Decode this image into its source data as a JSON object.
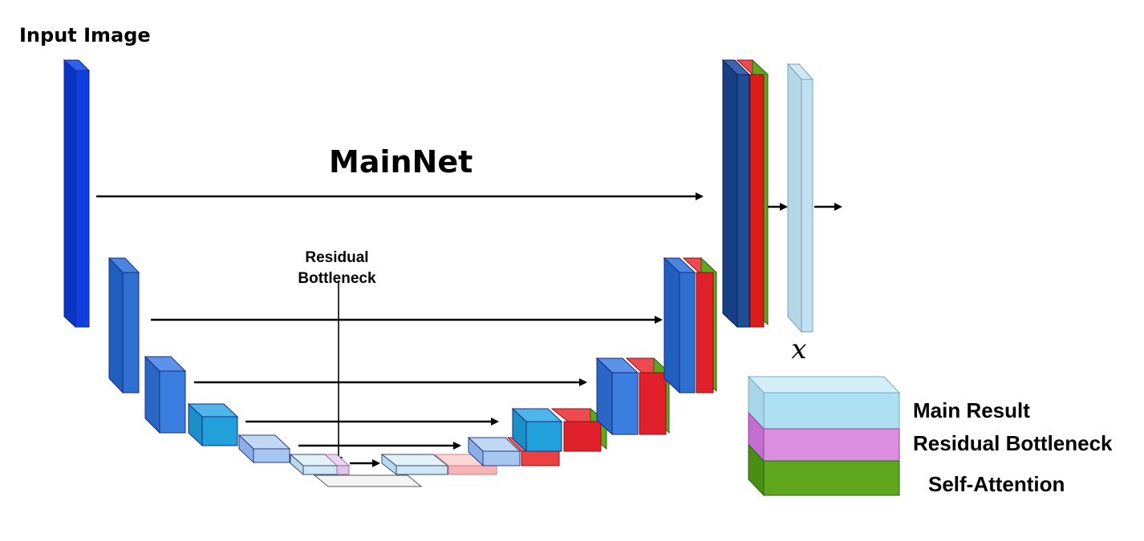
{
  "input_label": "Input Image",
  "mainnet_label": "MainNet",
  "residual_label": {
    "line1": "Residual",
    "line2": "Bottleneck"
  },
  "output_symbol": "x",
  "legend": [
    {
      "label": "Main Result",
      "color": "#ade0f0"
    },
    {
      "label": "Residual Bottleneck",
      "color": "#dc8fdf"
    },
    {
      "label": "Self-Attention",
      "color": "#5fa81d"
    }
  ],
  "colors": {
    "deep_blue": "#0f3fe0",
    "mid_blue": "#2f7ad9",
    "light_blue": "#a6c8f0",
    "pale_blue": "#cfe7f5",
    "red": "#e0202a",
    "light_red": "#f5b3b3",
    "green": "#5fa81d",
    "main_result": "#ade0f0"
  }
}
